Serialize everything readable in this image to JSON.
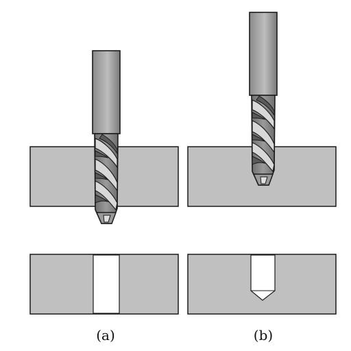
{
  "figure": {
    "captions": {
      "a": "(a)",
      "b": "(b)"
    },
    "colors": {
      "workpiece": "#c0c0c0",
      "workpiece_stroke": "#1a1a1a",
      "shank_light": "#b9b9b9",
      "shank_dark": "#7e7e7e",
      "flute_dark": "#7a7a7a",
      "flute_light": "#d6d6d6",
      "hole": "#ffffff"
    },
    "panels": [
      {
        "id": "a",
        "hole_type": "through hole"
      },
      {
        "id": "b",
        "hole_type": "blind hole"
      }
    ]
  }
}
